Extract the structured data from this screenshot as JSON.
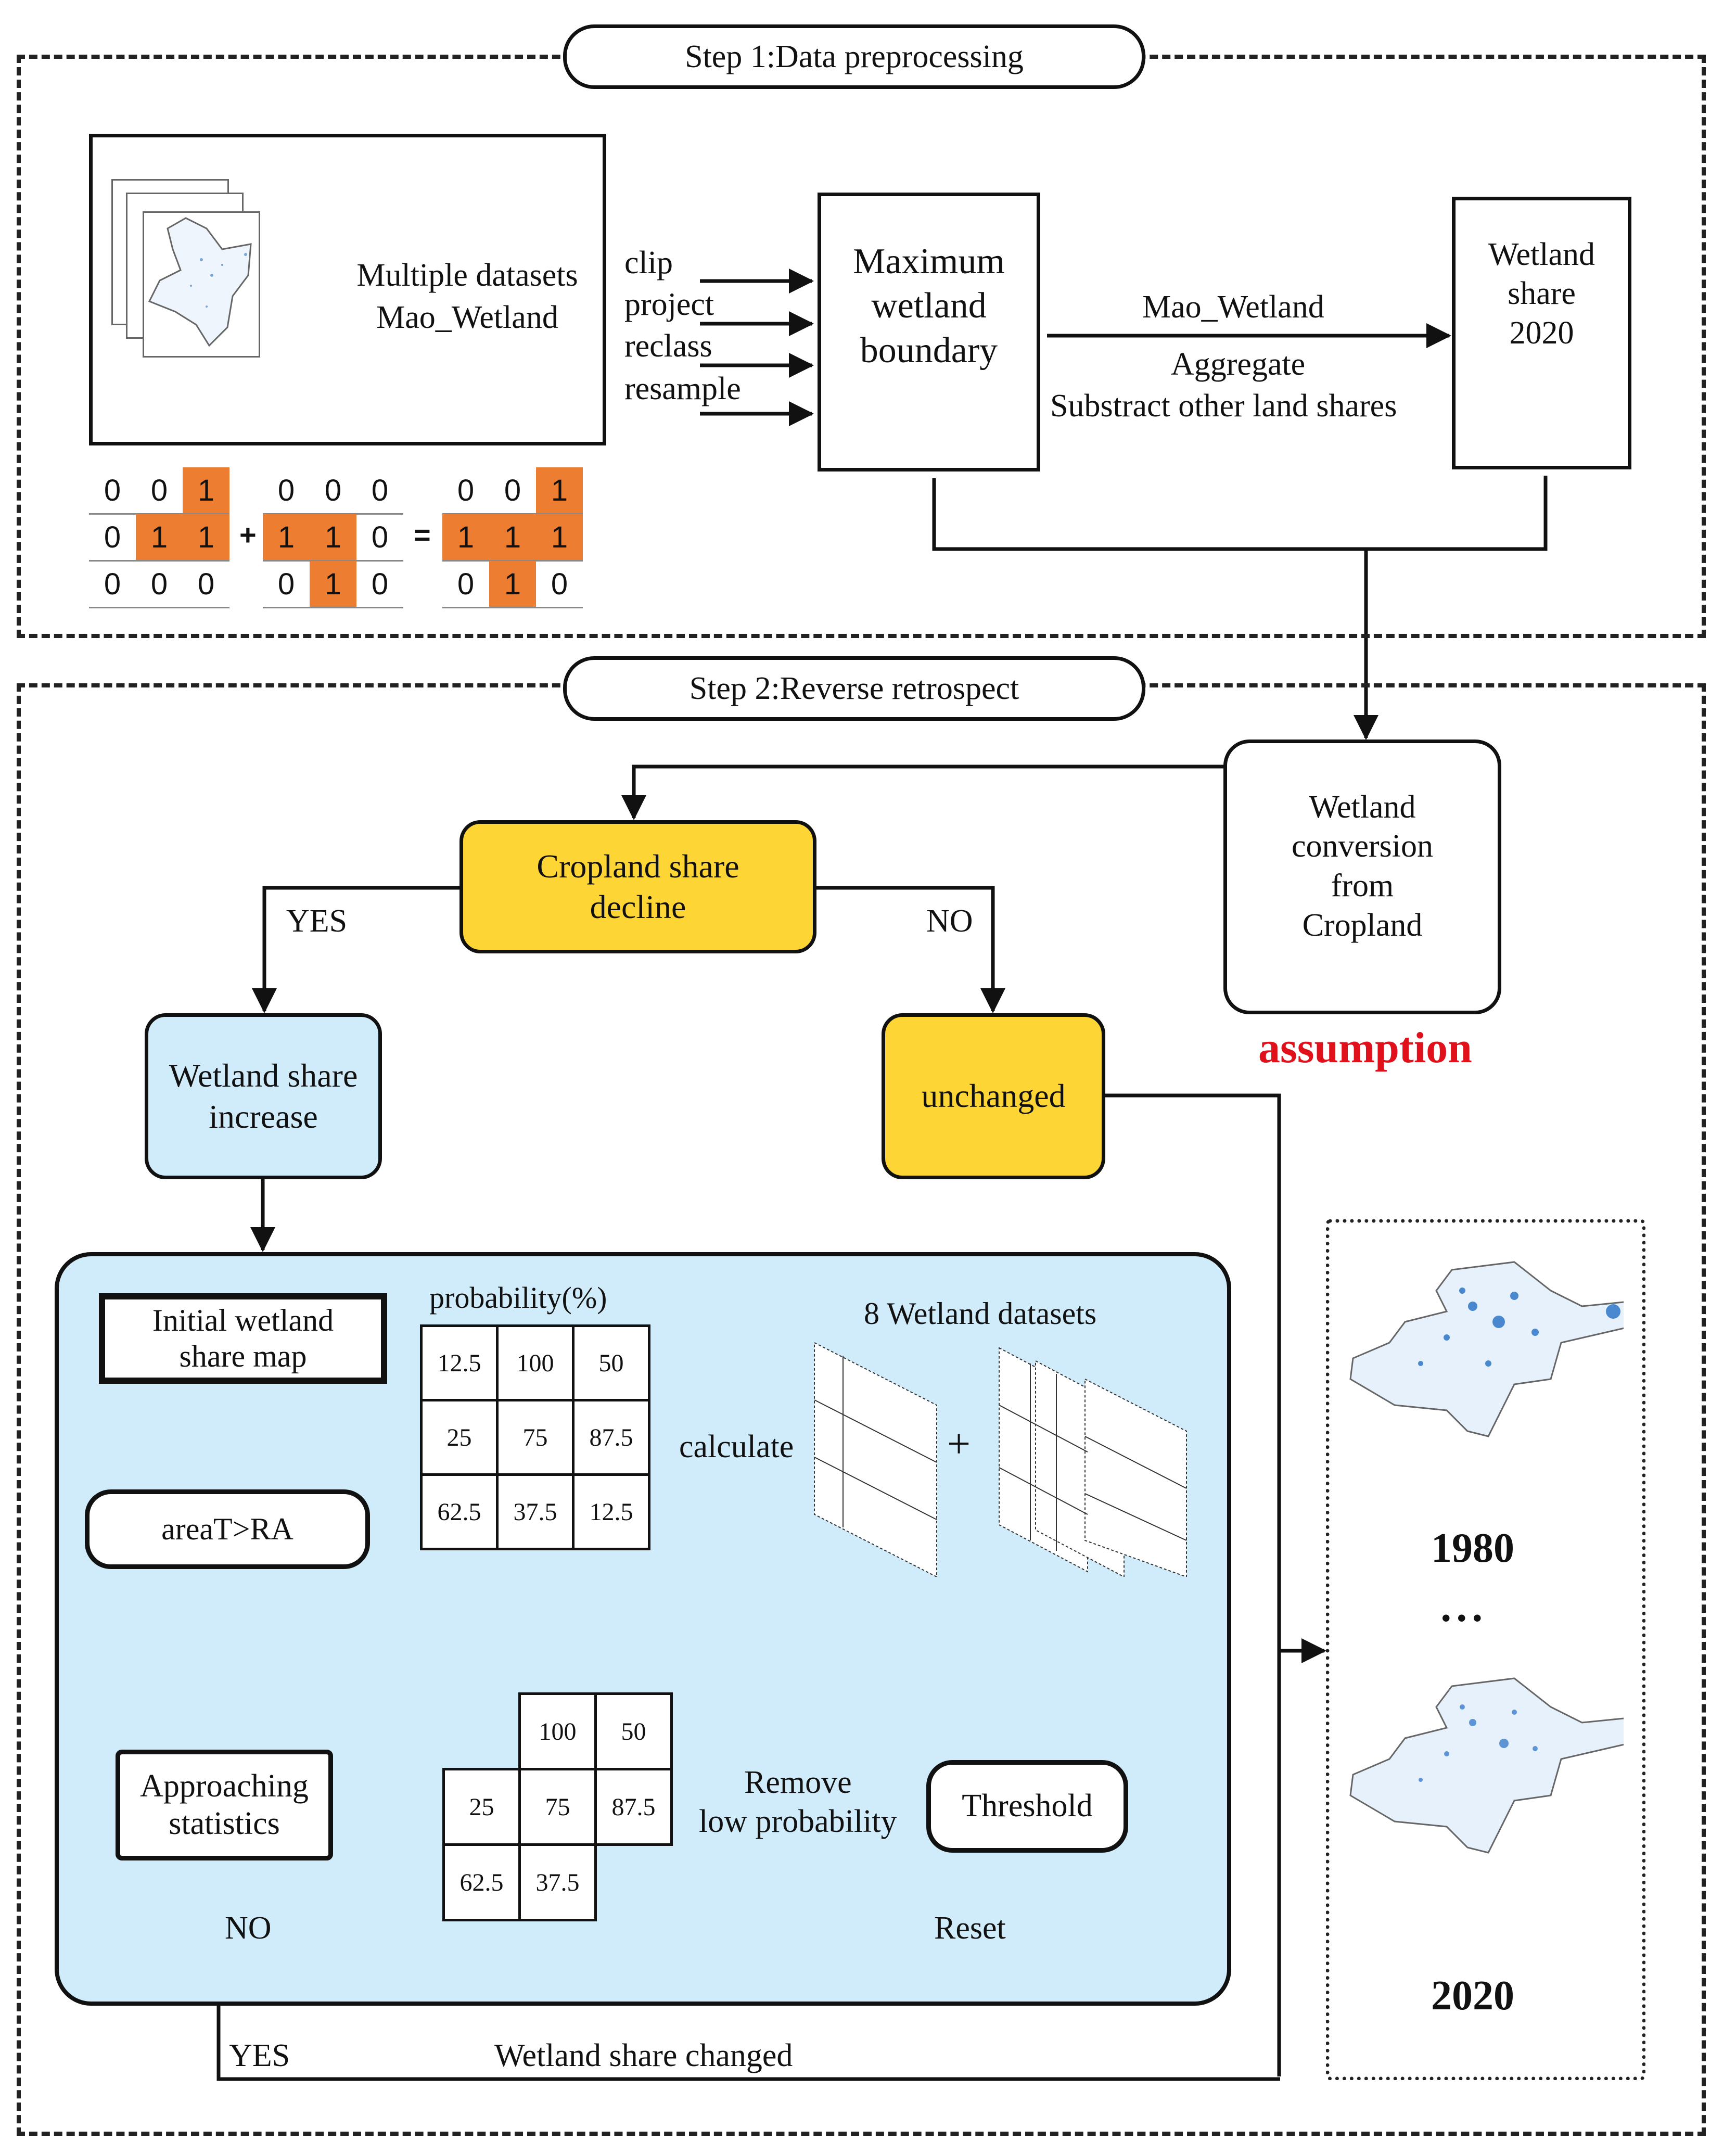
{
  "step1": {
    "title": "Step  1:Data preprocessing",
    "datasets_label": [
      "Multiple datasets",
      "Mao_Wetland"
    ],
    "operations": [
      "clip",
      "project",
      "reclass",
      "resample"
    ],
    "max_boundary": [
      "Maximum",
      "wetland",
      "boundary"
    ],
    "arrow_top_label": "Mao_Wetland",
    "arrow_bottom_labels": [
      "Aggregate",
      "Substract other land shares"
    ],
    "wetland_share": [
      "Wetland",
      "share",
      "2020"
    ],
    "grids": {
      "a": [
        [
          0,
          0,
          1
        ],
        [
          0,
          1,
          1
        ],
        [
          0,
          0,
          0
        ]
      ],
      "b": [
        [
          0,
          0,
          0
        ],
        [
          1,
          1,
          0
        ],
        [
          0,
          1,
          0
        ]
      ],
      "c": [
        [
          0,
          0,
          1
        ],
        [
          1,
          1,
          1
        ],
        [
          0,
          1,
          0
        ]
      ],
      "plus": "+",
      "equals": "="
    }
  },
  "step2": {
    "title": "Step  2:Reverse retrospect",
    "conversion": [
      "Wetland",
      "conversion",
      "from",
      "Cropland"
    ],
    "assumption": "assumption",
    "cropland": [
      "Cropland share",
      "decline"
    ],
    "yes1": "YES",
    "no1": "NO",
    "increase": [
      "Wetland share",
      "increase"
    ],
    "unchanged": "unchanged",
    "inner": {
      "initial_map": [
        "Initial wetland",
        "share map"
      ],
      "area_cond": "areaT>RA",
      "probability_title": "probability(%)",
      "probability_grid": [
        [
          "12.5",
          "100",
          "50"
        ],
        [
          "25",
          "75",
          "87.5"
        ],
        [
          "62.5",
          "37.5",
          "12.5"
        ]
      ],
      "calculate": "calculate",
      "datasets_title": "8 Wetland datasets",
      "plus": "+",
      "threshold": "Threshold",
      "remove": [
        "Remove",
        "low probability"
      ],
      "filtered_grid": [
        [
          "",
          "100",
          "50"
        ],
        [
          "25",
          "75",
          "87.5"
        ],
        [
          "62.5",
          "37.5",
          ""
        ]
      ],
      "approaching": [
        "Approaching",
        "statistics"
      ],
      "no2": "NO",
      "reset": "Reset"
    },
    "yes2": "YES",
    "changed": "Wetland share changed",
    "results": {
      "year_start": "1980",
      "ellipsis": "• • •",
      "year_end": "2020"
    }
  },
  "colors": {
    "yellow": "#fdd535",
    "light_blue": "#d0ecfa",
    "orange": "#ed7d31",
    "assumption_red": "#e0111b",
    "map_blue": "#1565c0"
  }
}
